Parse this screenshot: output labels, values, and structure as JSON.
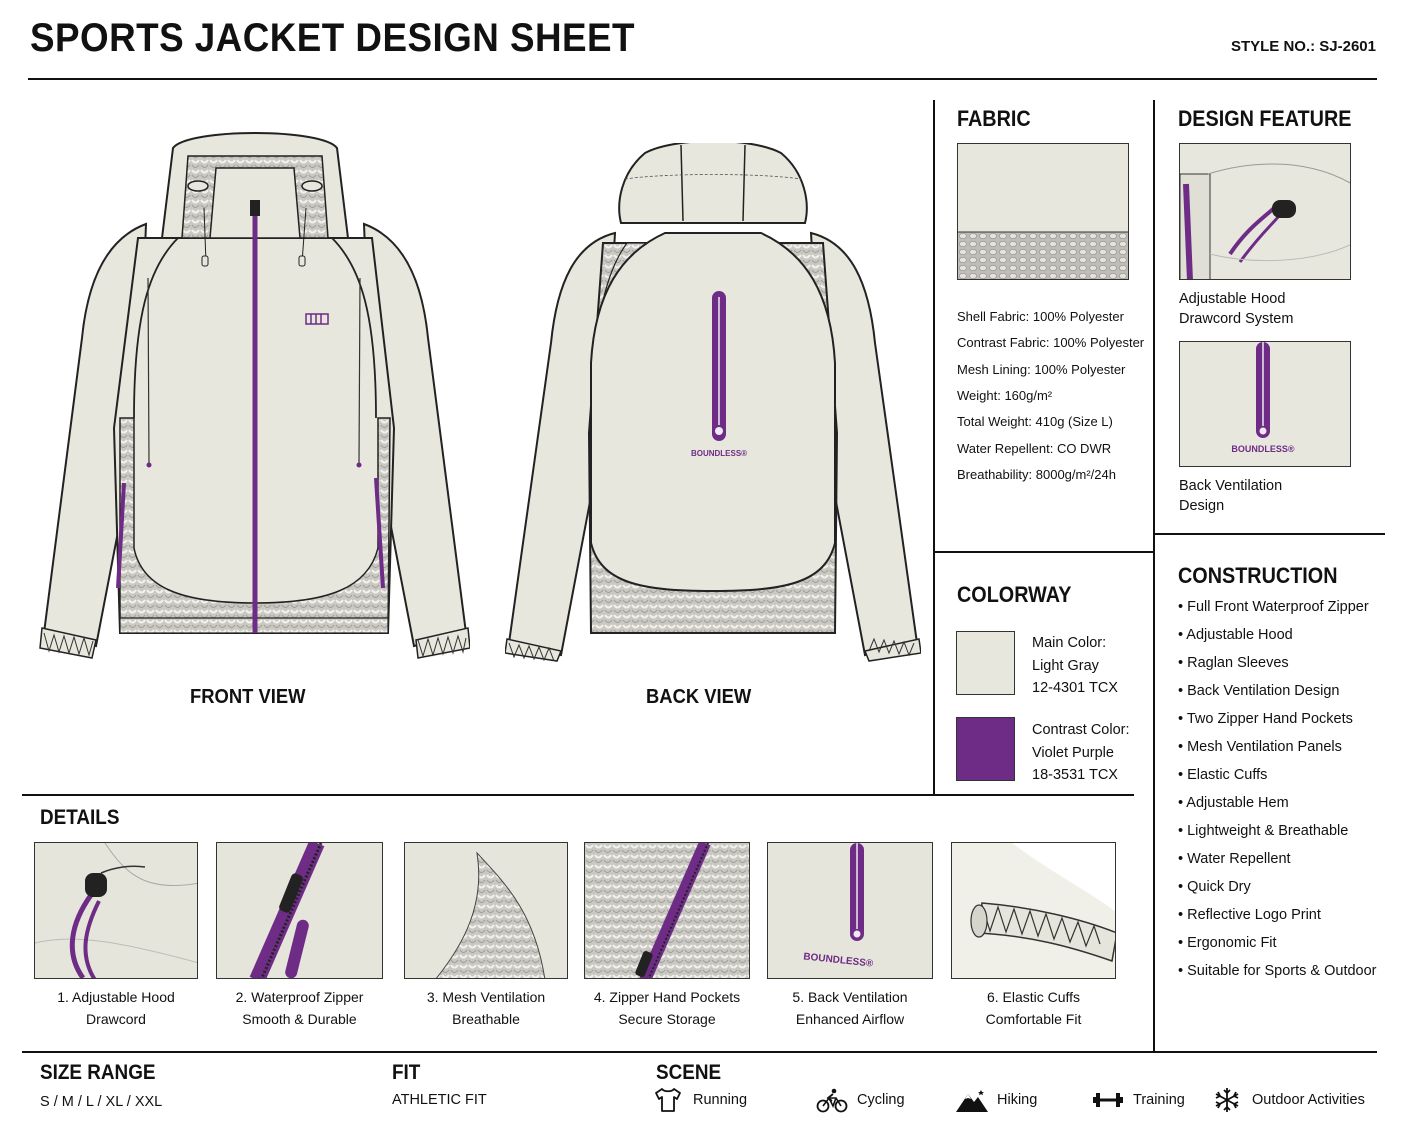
{
  "header": {
    "title": "SPORTS JACKET DESIGN SHEET",
    "style_no": "STYLE NO.: SJ-2601"
  },
  "views": {
    "front_label": "FRONT VIEW",
    "back_label": "BACK VIEW",
    "brand_text": "BOUNDLESS®"
  },
  "fabric": {
    "heading": "FABRIC",
    "specs": [
      "Shell Fabric: 100% Polyester",
      "Contrast Fabric: 100% Polyester",
      "Mesh Lining: 100% Polyester",
      "Weight: 160g/m²",
      "Total Weight: 410g (Size L)",
      "Water Repellent: CO DWR",
      "Breathability: 8000g/m²/24h"
    ]
  },
  "design_feature": {
    "heading": "DESIGN FEATURE",
    "items": [
      {
        "line1": "Adjustable Hood",
        "line2": "Drawcord System"
      },
      {
        "line1": "Back Ventilation",
        "line2": "Design"
      }
    ]
  },
  "colorway": {
    "heading": "COLORWAY",
    "main": {
      "label": "Main Color:",
      "name": "Light Gray",
      "code": "12-4301 TCX",
      "hex": "#e8e7dd"
    },
    "contrast": {
      "label": "Contrast Color:",
      "name": "Violet Purple",
      "code": "18-3531 TCX",
      "hex": "#6e2c86"
    }
  },
  "construction": {
    "heading": "CONSTRUCTION",
    "items": [
      "• Full Front Waterproof Zipper",
      "• Adjustable Hood",
      "• Raglan Sleeves",
      "• Back Ventilation Design",
      "• Two Zipper Hand Pockets",
      "• Mesh Ventilation Panels",
      "• Elastic Cuffs",
      "• Adjustable Hem",
      "• Lightweight & Breathable",
      "• Water Repellent",
      "• Quick Dry",
      "• Reflective Logo Print",
      "• Ergonomic Fit",
      "• Suitable for Sports & Outdoor"
    ]
  },
  "details": {
    "heading": "DETAILS",
    "items": [
      {
        "line1": "1. Adjustable Hood",
        "line2": "Drawcord"
      },
      {
        "line1": "2. Waterproof Zipper",
        "line2": "Smooth & Durable"
      },
      {
        "line1": "3. Mesh Ventilation",
        "line2": "Breathable"
      },
      {
        "line1": "4. Zipper Hand Pockets",
        "line2": "Secure Storage"
      },
      {
        "line1": "5. Back Ventilation",
        "line2": "Enhanced Airflow"
      },
      {
        "line1": "6. Elastic Cuffs",
        "line2": "Comfortable Fit"
      }
    ]
  },
  "size_range": {
    "heading": "SIZE RANGE",
    "value": "S / M / L / XL / XXL"
  },
  "fit": {
    "heading": "FIT",
    "value": "ATHLETIC FIT"
  },
  "scene": {
    "heading": "SCENE",
    "items": [
      {
        "label": "Running",
        "icon": "tshirt-icon"
      },
      {
        "label": "Cycling",
        "icon": "cyclist-icon"
      },
      {
        "label": "Hiking",
        "icon": "mountain-icon"
      },
      {
        "label": "Training",
        "icon": "dumbbell-icon"
      },
      {
        "label": "Outdoor Activities",
        "icon": "snowflake-icon"
      }
    ]
  },
  "colors": {
    "shell": "#e8e7dd",
    "mesh": "#bdbdb8",
    "accent": "#6e2c86",
    "ink": "#111111"
  }
}
